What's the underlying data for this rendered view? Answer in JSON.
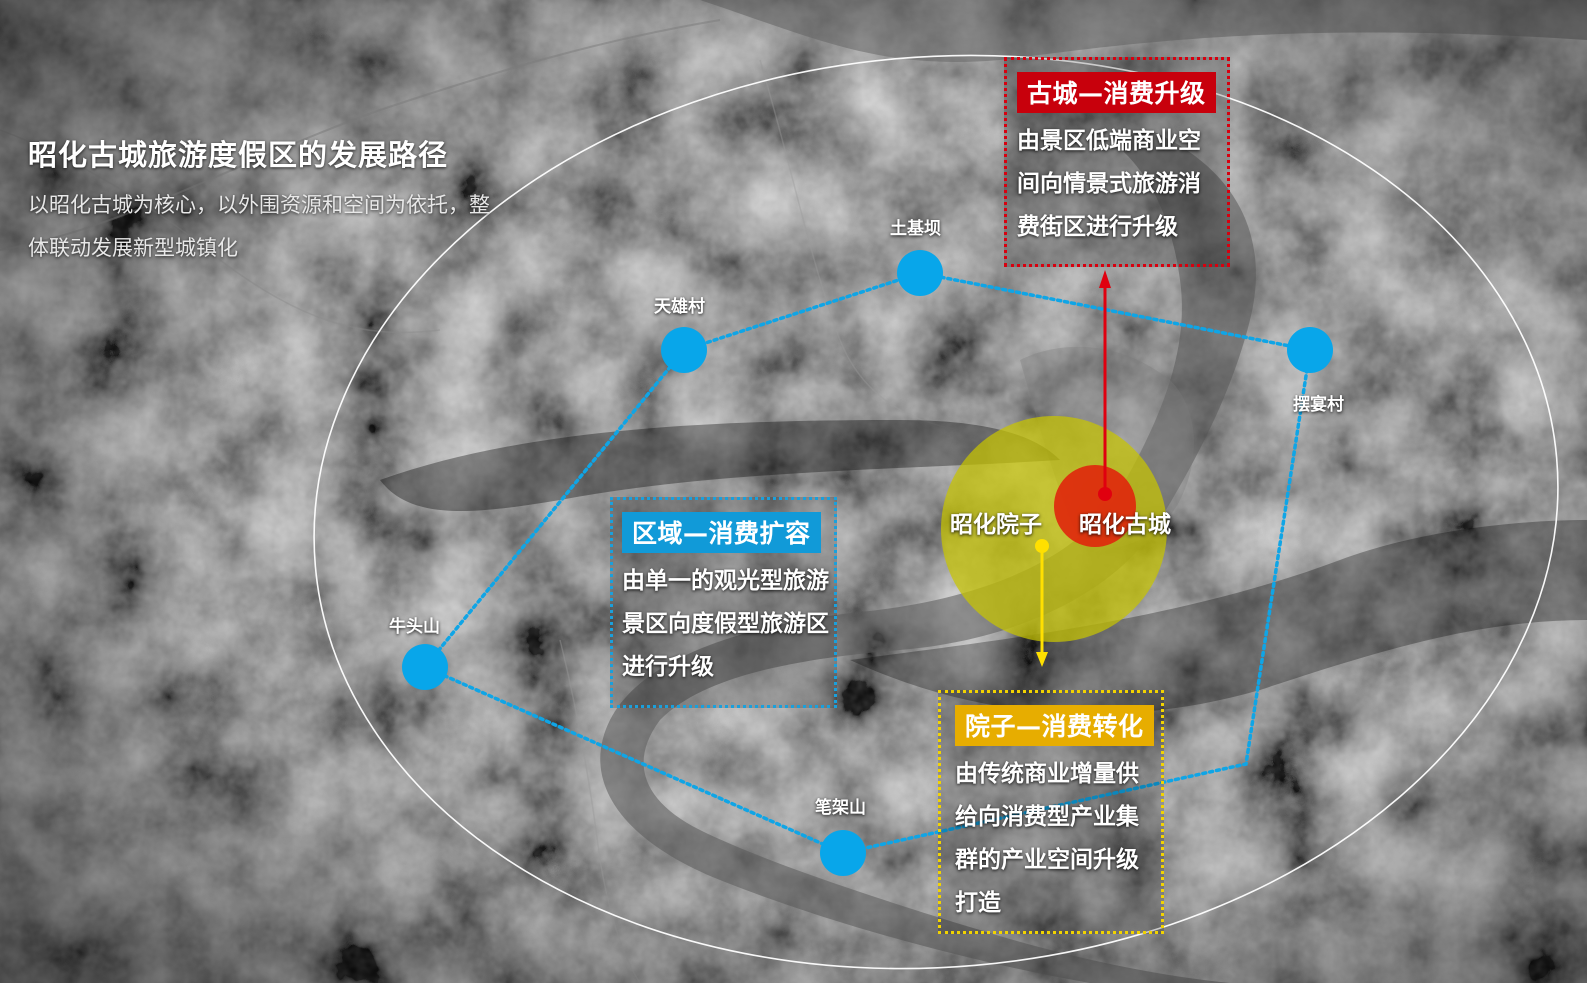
{
  "title": "昭化古城旅游度假区的发展路径",
  "subtitle": "以昭化古城为核心，以外围资源和空间为依托，整体联动发展新型城镇化",
  "villages": [
    {
      "id": "tianxiong",
      "label": "天雄村"
    },
    {
      "id": "tujiba",
      "label": "土基坝"
    },
    {
      "id": "baiyan",
      "label": "摆宴村"
    },
    {
      "id": "niutoushan",
      "label": "牛头山"
    },
    {
      "id": "bijiashan",
      "label": "笔架山"
    }
  ],
  "zones": {
    "courtyard": "昭化院子",
    "old_town": "昭化古城"
  },
  "info_boxes": {
    "guchen": {
      "title": "古城—消费升级",
      "text": [
        "由景区低端商业空",
        "间向情景式旅游消",
        "费街区进行升级"
      ]
    },
    "quyu": {
      "title": "区域—消费扩容",
      "text": [
        "由单一的观光型旅游",
        "景区向度假型旅游区",
        "进行升级"
      ]
    },
    "yuanzi": {
      "title": "院子—消费转化",
      "text": [
        "由传统商业增量供",
        "给向消费型产业集",
        "群的产业空间升级",
        "打造"
      ]
    }
  },
  "colors": {
    "route_blue": "#0fa5e6",
    "node_blue": "#08a6ea",
    "old_town_red": "#e0260c",
    "courtyard_yellow": "#c8c500",
    "arrow_red": "#e0000f",
    "arrow_yellow": "#ffe000",
    "ellipse": "#ffffff"
  }
}
